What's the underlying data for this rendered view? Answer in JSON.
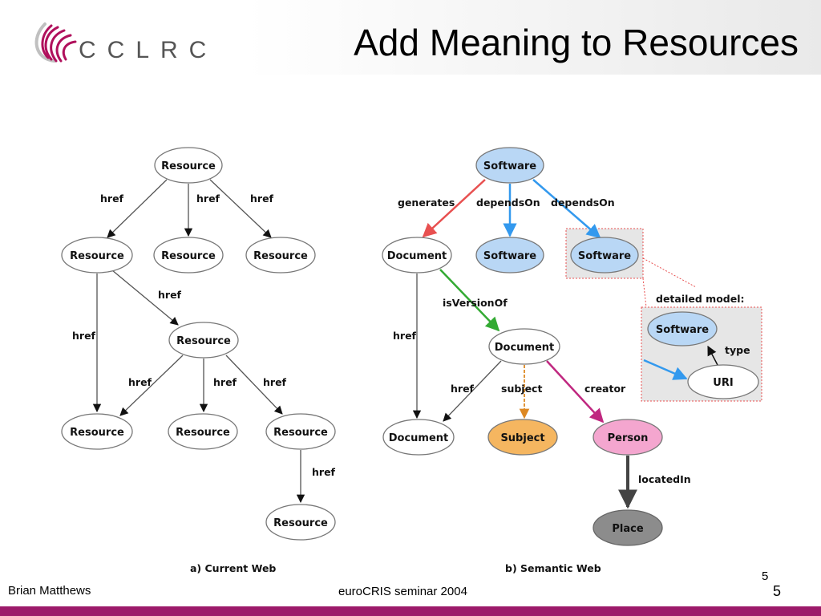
{
  "slide": {
    "title": "Add Meaning to Resources",
    "logo_text": "CCLRC",
    "footer_author": "Brian Matthews",
    "footer_event": "euroCRIS seminar 2004",
    "page_number_small": "5",
    "page_number": "5",
    "colors": {
      "footer_band": "#9c1a6a",
      "logo_swoosh": "#b0105c",
      "blue_node": "#b9d7f5",
      "orange_node": "#f5b660",
      "pink_node": "#f4a6cf",
      "grey_node": "#8c8c8c",
      "red_arrow": "#e85050",
      "blue_arrow": "#3399ee",
      "green_arrow": "#33aa33",
      "orange_arrow": "#dd8822",
      "magenta_arrow": "#c02880",
      "dark_arrow": "#444444"
    }
  },
  "current_web": {
    "caption": "a) Current Web",
    "nodes": {
      "r_top": "Resource",
      "r_left": "Resource",
      "r_mid": "Resource",
      "r_right": "Resource",
      "r_center": "Resource",
      "r_bl": "Resource",
      "r_bm": "Resource",
      "r_br": "Resource",
      "r_bottom": "Resource"
    },
    "edge_labels": {
      "e1": "href",
      "e2": "href",
      "e3": "href",
      "e4": "href",
      "e5": "href",
      "e6": "href",
      "e7": "href",
      "e8": "href",
      "e9": "href"
    }
  },
  "semantic_web": {
    "caption": "b) Semantic Web",
    "detailed_model_label": "detailed model:",
    "nodes": {
      "software_top": "Software",
      "document_left": "Document",
      "software_mid": "Software",
      "software_right": "Software",
      "document_center": "Document",
      "document_bottom": "Document",
      "subject": "Subject",
      "person": "Person",
      "place": "Place",
      "software_detail": "Software",
      "uri": "URI"
    },
    "edge_labels": {
      "generates": "generates",
      "depends_on_1": "dependsOn",
      "depends_on_2": "dependsOn",
      "is_version_of": "isVersionOf",
      "href_left": "href",
      "href_center": "href",
      "subject": "subject",
      "creator": "creator",
      "located_in": "locatedIn",
      "type": "type"
    }
  }
}
